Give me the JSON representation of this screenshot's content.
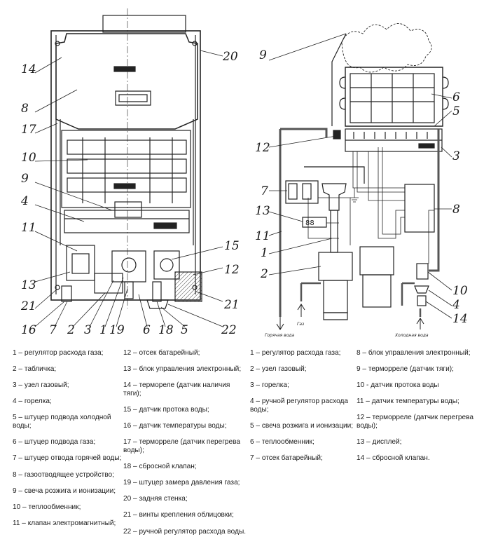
{
  "left_diagram": {
    "callouts": [
      "14",
      "8",
      "17",
      "10",
      "9",
      "4",
      "11",
      "13",
      "21",
      "16",
      "7",
      "2",
      "3",
      "1",
      "19",
      "6",
      "18",
      "5",
      "22",
      "21",
      "12",
      "15",
      "20"
    ]
  },
  "right_diagram": {
    "callouts": [
      "9",
      "12",
      "7",
      "13",
      "11",
      "1",
      "2",
      "6",
      "5",
      "3",
      "8",
      "10",
      "4",
      "14"
    ],
    "labels": {
      "hot_water": "Горячая вода",
      "gas": "Газ",
      "cold_water": "Холодная вода"
    }
  },
  "legend_left_col1": [
    "1 – регулятор расхода газа;",
    "2 – табличка;",
    "3 – узел газовый;",
    "4 – горелка;",
    "5 – штуцер подвода холодной воды;",
    "6 – штуцер подвода газа;",
    "7 – штуцер отвода горячей воды;",
    "8 – газоотводящее устройство;",
    "9 – свеча розжига и ионизации;",
    "10 – теплообменник;",
    "11 – клапан электромагнитный;"
  ],
  "legend_left_col2": [
    "12 – отсек батарейный;",
    "13 – блок управления электронный;",
    "14 – термореле (датчик наличия тяги);",
    "15 – датчик протока воды;",
    "16 – датчик температуры воды;",
    "17 – терморреле (датчик перегрева воды);",
    "18 – сбросной клапан;",
    "19 – штуцер замера давления газа;",
    "20 – задняя стенка;",
    "21 – винты крепления облицовки;",
    "22 – ручной регулятор расхода воды."
  ],
  "legend_right_col1": [
    "1 – регулятор расхода газа;",
    "2 – узел газовый;",
    "3 – горелка;",
    "4 – ручной регулятор расхода воды;",
    "5 – свеча розжига и ионизации;",
    "6 – теплообменник;",
    "7 – отсек батарейный;"
  ],
  "legend_right_col2": [
    "8 – блок управления электронный;",
    "9 – терморреле (датчик тяги);",
    "10 - датчик протока воды",
    "11 – датчик температуры воды;",
    "12 – терморреле (датчик перегрева воды);",
    "13 – дисплей;",
    "14 – сбросной клапан."
  ]
}
